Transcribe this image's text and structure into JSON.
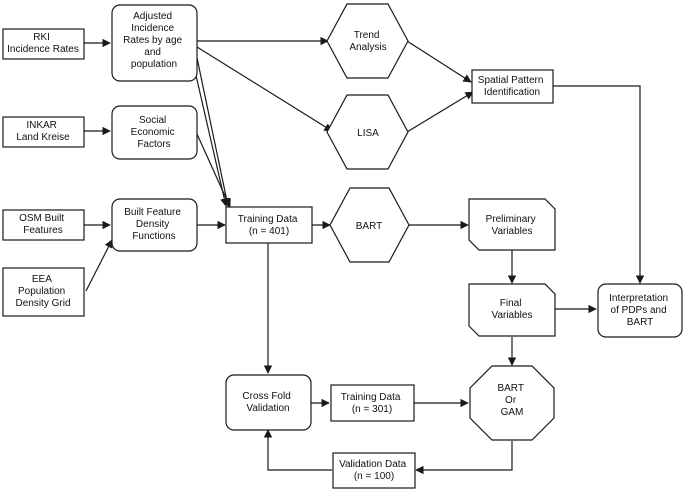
{
  "nodes": {
    "rki": {
      "lines": [
        "RKI",
        "Incidence Rates"
      ]
    },
    "adjusted": {
      "lines": [
        "Adjusted",
        "Incidence",
        "Rates by age",
        "and",
        "population"
      ]
    },
    "trend": {
      "lines": [
        "Trend",
        "Analysis"
      ]
    },
    "lisa": {
      "lines": [
        "LISA"
      ]
    },
    "spatial": {
      "lines": [
        "Spatial Pattern",
        "Identification"
      ]
    },
    "inkar": {
      "lines": [
        "INKAR",
        "Land Kreise"
      ]
    },
    "social": {
      "lines": [
        "Social",
        "Economic",
        "Factors"
      ]
    },
    "osm": {
      "lines": [
        "OSM Built",
        "Features"
      ]
    },
    "builtfeat": {
      "lines": [
        "Built Feature",
        "Density",
        "Functions"
      ]
    },
    "training401": {
      "lines": [
        "Training Data",
        "(n = 401)"
      ]
    },
    "bart": {
      "lines": [
        "BART"
      ]
    },
    "prelim": {
      "lines": [
        "Preliminary",
        "Variables"
      ]
    },
    "final": {
      "lines": [
        "Final",
        "Variables"
      ]
    },
    "interp": {
      "lines": [
        "Interpretation",
        "of PDPs and",
        "BART"
      ]
    },
    "eea": {
      "lines": [
        "EEA",
        "Population",
        "Density Grid"
      ]
    },
    "crossfold": {
      "lines": [
        "Cross Fold",
        "Validation"
      ]
    },
    "training301": {
      "lines": [
        "Training Data",
        "(n = 301)"
      ]
    },
    "bartgam": {
      "lines": [
        "BART",
        "Or",
        "GAM"
      ]
    },
    "validation": {
      "lines": [
        "Validation Data",
        "(n = 100)"
      ]
    }
  }
}
